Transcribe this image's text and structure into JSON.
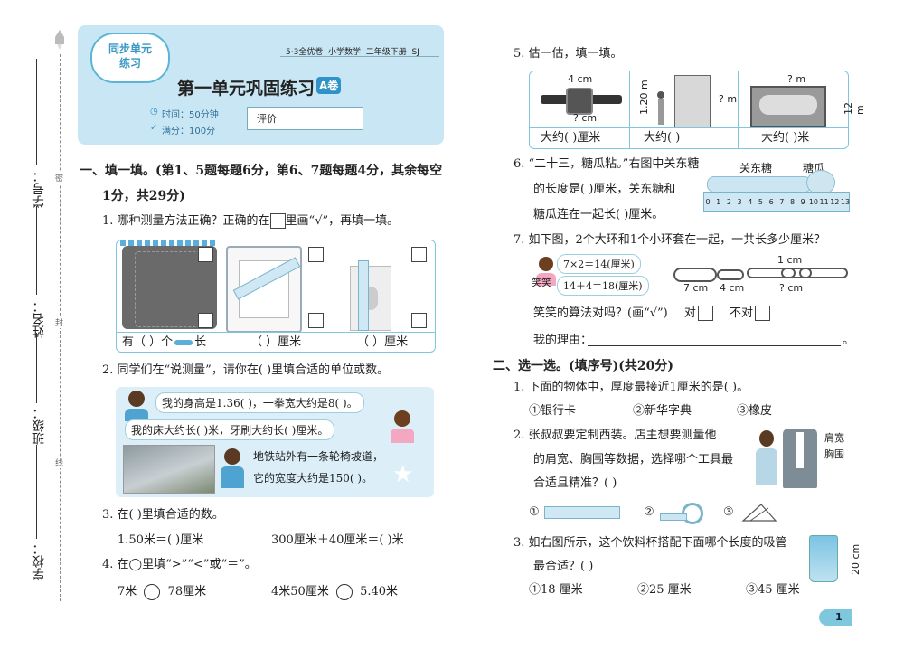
{
  "sidebar": {
    "school": "学校：",
    "class": "班级：",
    "name": "姓名：",
    "id": "学号：",
    "seal": [
      "密",
      "封",
      "线"
    ]
  },
  "header": {
    "badge": "同步单元练习",
    "series": "5·3全优卷  小学数学  二年级下册  SJ",
    "title": "第一单元巩固练习",
    "volume": "A卷",
    "time": "时间：50分钟",
    "score": "满分：100分",
    "eval_label": "评价"
  },
  "section1": {
    "heading": "一、填一填。(第1、5题每题6分，第6、7题每题4分，其余每空",
    "heading_cont": "1分，共29分)",
    "q1": {
      "text": "1. 哪种测量方法正确？正确的在",
      "text2": "里画“√”，再填一填。",
      "answers": [
        "有（    ）个",
        "长",
        "（    ）厘米",
        "（    ）厘米"
      ]
    },
    "q2": {
      "text": "2. 同学们在“说测量”，请你在(    )里填合适的单位或数。",
      "lines": [
        "我的身高是1.36(    )，一拳宽大约是8(    )。",
        "我的床大约长(    )米，牙刷大约长(    )厘米。",
        "地铁站外有一条轮椅坡道，",
        "它的宽度大约是150(    )。"
      ]
    },
    "q3": {
      "text": "3. 在(    )里填合适的数。",
      "items": [
        "1.50米＝(        )厘米",
        "300厘米＋40厘米＝(        )米"
      ]
    },
    "q4": {
      "text": "4. 在◯里填“>”“<”或“＝”。",
      "items": [
        "7米",
        "78厘米",
        "4米50厘米",
        "5.40米"
      ]
    }
  },
  "q5": {
    "text": "5. 估一估，填一填。",
    "labels": [
      "4 cm",
      "? cm",
      "1.20 m",
      "? m",
      "? m",
      "12 m"
    ],
    "answers": [
      "大约(    )厘米",
      "大约(          )",
      "大约(    )米"
    ]
  },
  "q6": {
    "lines": [
      "6. “二十三，糖瓜粘。”右图中关东糖",
      "的长度是(    )厘米，关东糖和",
      "糖瓜连在一起长(    )厘米。"
    ],
    "candy": "关东糖",
    "melon": "糖瓜",
    "ticks": [
      "0",
      "1",
      "2",
      "3",
      "4",
      "5",
      "6",
      "7",
      "8",
      "9",
      "10",
      "11",
      "12",
      "13"
    ]
  },
  "q7": {
    "text": "7. 如下图，2个大环和1个小环套在一起，一共长多少厘米？",
    "calc1": "7×2＝14(厘米)",
    "calc2": "14＋4＝18(厘米)",
    "name": "笑笑",
    "labels": [
      "7 cm",
      "4 cm",
      "1 cm",
      "? cm"
    ],
    "judge": "笑笑的算法对吗？(画“√”)",
    "right": "对",
    "wrong": "不对",
    "reason": "我的理由："
  },
  "section2": {
    "heading": "二、选一选。(填序号)(共20分)",
    "q1": {
      "text": "1. 下面的物体中，厚度最接近1厘米的是(    )。",
      "options": [
        "①银行卡",
        "②新华字典",
        "③橡皮"
      ]
    },
    "q2": {
      "lines": [
        "2. 张叔叔要定制西装。店主想要测量他",
        "的肩宽、胸围等数据，选择哪个工具最",
        "合适且精准？(    )"
      ],
      "labels": [
        "肩宽",
        "胸围"
      ],
      "options": [
        "①",
        "②",
        "③"
      ]
    },
    "q3": {
      "lines": [
        "3. 如右图所示，这个饮料杯搭配下面哪个长度的吸管",
        "最合适？(    )"
      ],
      "cup": "20 cm",
      "options": [
        "①18 厘米",
        "②25 厘米",
        "③45 厘米"
      ]
    }
  },
  "page_number": "1"
}
